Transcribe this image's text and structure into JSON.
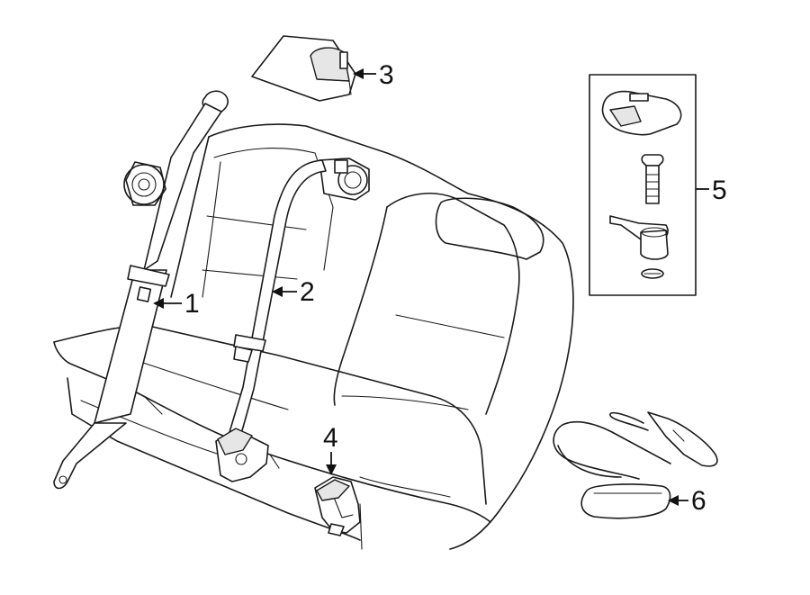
{
  "callouts": [
    {
      "id": "1",
      "label": "1"
    },
    {
      "id": "2",
      "label": "2"
    },
    {
      "id": "3",
      "label": "3"
    },
    {
      "id": "4",
      "label": "4"
    },
    {
      "id": "5",
      "label": "5"
    },
    {
      "id": "6",
      "label": "6"
    }
  ],
  "parts": [
    {
      "callout": "1",
      "icon": "outer-seat-belt-retractor-icon"
    },
    {
      "callout": "2",
      "icon": "center-seat-belt-retractor-icon"
    },
    {
      "callout": "3",
      "icon": "retractor-cover-icon"
    },
    {
      "callout": "4",
      "icon": "buckle-icon"
    },
    {
      "callout": "5",
      "icon": "guide-hardware-kit-icon"
    },
    {
      "callout": "6",
      "icon": "child-seat-anchor-strap-icon"
    }
  ],
  "colors": {
    "line": "#1a1a1a",
    "fill": "#ffffff",
    "shade": "#e6e6e6"
  }
}
